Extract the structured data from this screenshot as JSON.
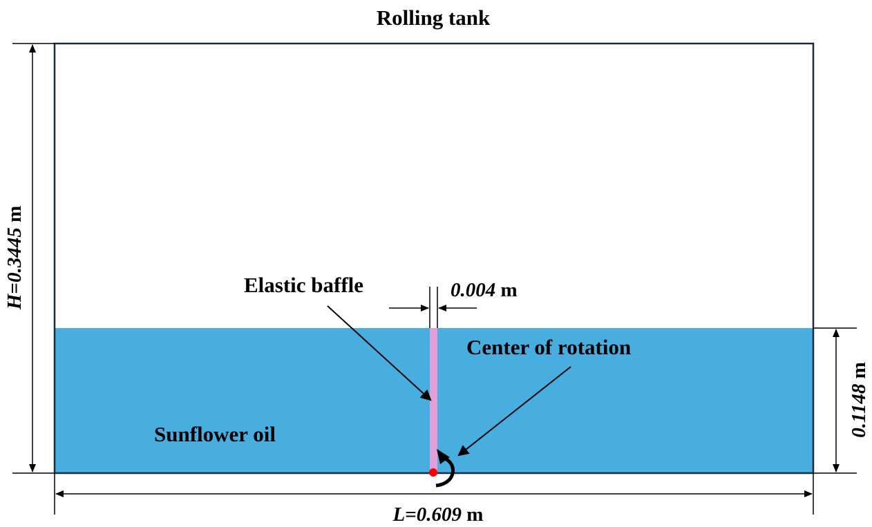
{
  "title": "Rolling tank",
  "labels": {
    "baffle": "Elastic baffle",
    "rotation_center": "Center of rotation",
    "fluid": "Sunflower oil"
  },
  "dimensions": {
    "height": {
      "symbol": "H",
      "eq": "=",
      "value": "0.3445",
      "unit": " m"
    },
    "length": {
      "symbol": "L",
      "eq": "=",
      "value": "0.609",
      "unit": " m"
    },
    "fill_depth": {
      "value": "0.1148",
      "unit": " m"
    },
    "baffle_thickness": {
      "value": "0.004",
      "unit": " m"
    }
  },
  "colors": {
    "fluid": "#48aee0",
    "baffle": "#e1a0d8",
    "rotation_point": "#ff0000",
    "tank_outline": "#1b2b3b",
    "lines": "#000000"
  },
  "icons": {
    "rotation": "curved-arrow-icon"
  }
}
